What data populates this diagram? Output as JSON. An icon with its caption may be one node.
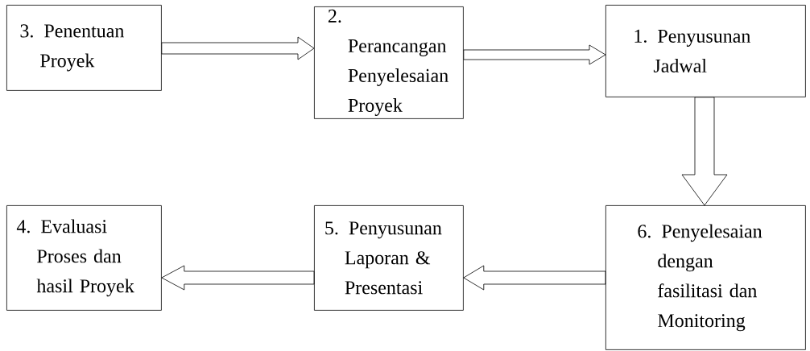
{
  "diagram": {
    "nodes": [
      {
        "text": [
          "3. Penentuan Proyek"
        ]
      },
      {
        "text": [
          "2. Perancangan Penyelesaian Proyek"
        ]
      },
      {
        "text": [
          "1. Penyusunan Jadwal"
        ]
      },
      {
        "text": [
          "4. Evaluasi Proses dan hasil Proyek"
        ]
      },
      {
        "text": [
          "5. Penyusunan Laporan & Presentasi"
        ]
      },
      {
        "text": [
          "6. Penyelesaian dengan fasilitasi dan Monitoring"
        ]
      }
    ],
    "edges": [
      {
        "from": 0,
        "to": 1,
        "arrow": "to"
      },
      {
        "from": 1,
        "to": 2,
        "arrow": "to"
      },
      {
        "from": 2,
        "to": 5,
        "arrow": "to"
      },
      {
        "from": 5,
        "to": 4,
        "arrow": "to"
      },
      {
        "from": 4,
        "to": 3,
        "arrow": "to"
      }
    ]
  }
}
